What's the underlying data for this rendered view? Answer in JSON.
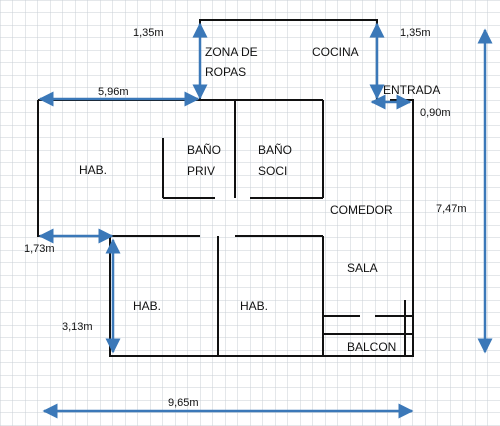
{
  "colors": {
    "background": "#ffffff",
    "grid": "#c8cfd6",
    "wall": "#111111",
    "dimension_arrow": "#3b78b8",
    "text": "#111111"
  },
  "rooms": {
    "zona_de_ropas_line1": "ZONA DE",
    "zona_de_ropas_line2": "ROPAS",
    "cocina": "COCINA",
    "entrada": "ENTRADA",
    "bano_priv_line1": "BAÑO",
    "bano_priv_line2": "PRIV",
    "bano_soci_line1": "BAÑO",
    "bano_soci_line2": "SOCI",
    "hab_top_left": "HAB.",
    "comedor": "COMEDOR",
    "sala": "SALA",
    "hab_bottom_left": "HAB.",
    "hab_bottom_mid": "HAB.",
    "balcon": "BALCON"
  },
  "dimensions": {
    "zona_width": "1,35m",
    "cocina_width": "1,35m",
    "top_wall": "5,96m",
    "entrada_width": "0,90m",
    "right_height": "7,47m",
    "step_width": "1,73m",
    "lower_height": "3,13m",
    "total_width": "9,65m"
  }
}
